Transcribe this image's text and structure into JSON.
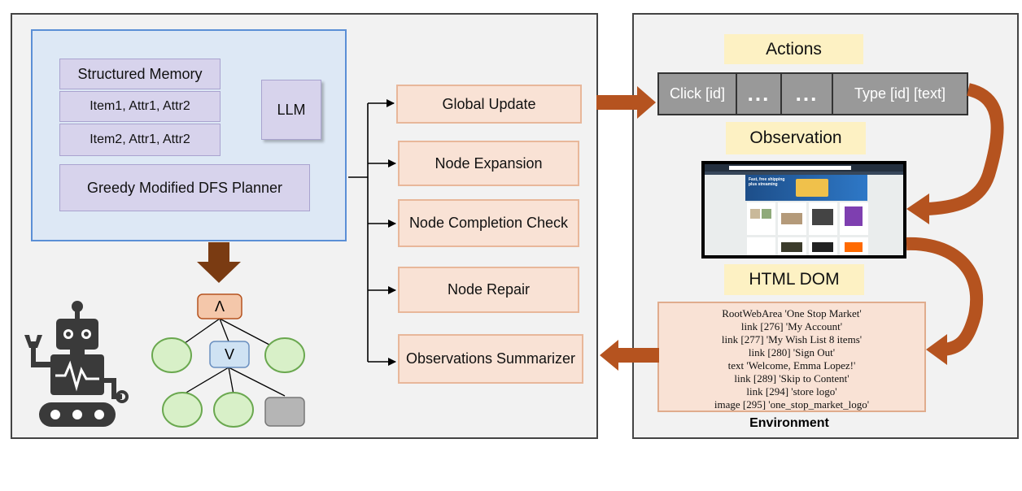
{
  "agent": {
    "memory_title": "Structured Memory",
    "memory_items": [
      "Item1, Attr1, Attr2",
      "Item2, Attr1, Attr2"
    ],
    "llm": "LLM",
    "planner": "Greedy Modified DFS Planner"
  },
  "tree": {
    "root_symbol": "Λ",
    "or_symbol": "V"
  },
  "modules": [
    "Global Update",
    "Node Expansion",
    "Node Completion Check",
    "Node Repair",
    "Observations Summarizer"
  ],
  "environment": {
    "actions_label": "Actions",
    "actions": [
      "Click [id]",
      "...",
      "...",
      "Type [id] [text]"
    ],
    "observation_label": "Observation",
    "html_dom_label": "HTML DOM",
    "dom_lines": [
      "RootWebArea 'One Stop Market'",
      "link [276] 'My Account'",
      "link [277] 'My Wish List 8 items'",
      "link [280] 'Sign Out'",
      "text 'Welcome, Emma Lopez!'",
      "link [289] 'Skip to Content'",
      "link [294] 'store logo'",
      "image [295] 'one_stop_market_logo'"
    ],
    "footer": "Environment",
    "webpage_banner": "Fast, free shipping plus streaming"
  },
  "colors": {
    "arrow": "#b5531f",
    "node_fill": "#d8f0c8",
    "node_stroke": "#6aa84f",
    "and_fill": "#f4c7aa",
    "or_fill": "#cfe2f3",
    "robot": "#3a3a3a"
  }
}
